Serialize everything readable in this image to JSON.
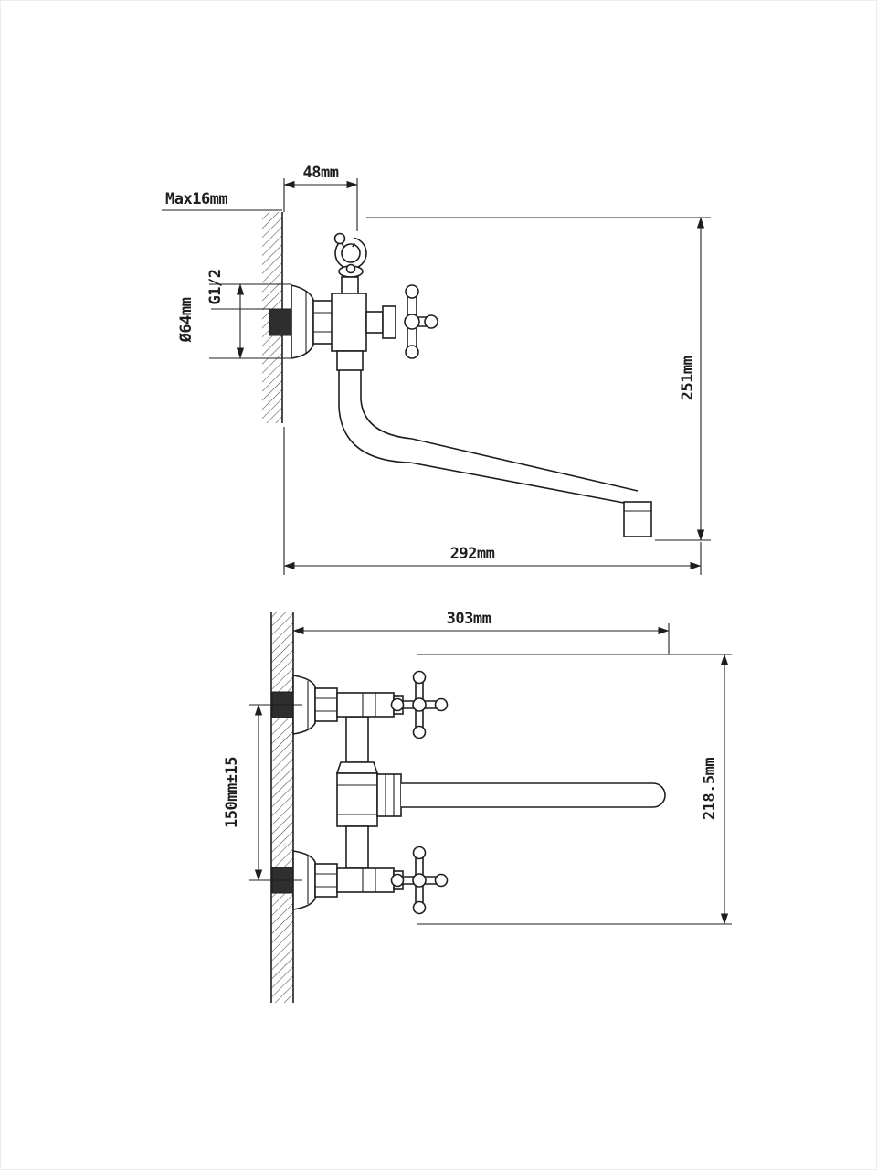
{
  "drawing": {
    "side_view": {
      "spout_offset": "48mm",
      "wall_thickness": "Max16mm",
      "thread_size": "G1/2",
      "flange_diameter": "Ø64mm",
      "overall_height": "251mm",
      "spout_reach": "292mm"
    },
    "front_view": {
      "overall_width": "303mm",
      "inlet_centers": "150mm±15",
      "overall_height": "218.5mm"
    },
    "colors": {
      "line": "#1e1e1e",
      "dark_fill": "#2e2e2e",
      "background": "#ffffff"
    }
  }
}
